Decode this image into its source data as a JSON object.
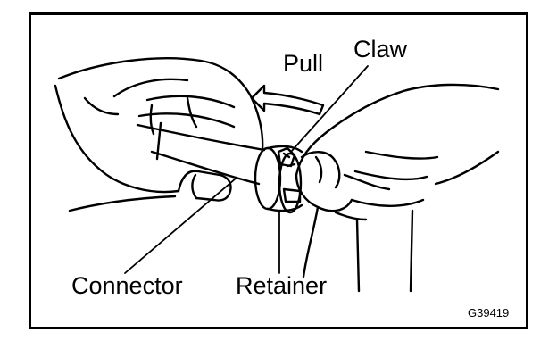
{
  "labels": {
    "pull": "Pull",
    "claw": "Claw",
    "connector": "Connector",
    "retainer": "Retainer"
  },
  "figure_code": "G39419",
  "colors": {
    "ink": "#000000",
    "paper": "#ffffff"
  }
}
